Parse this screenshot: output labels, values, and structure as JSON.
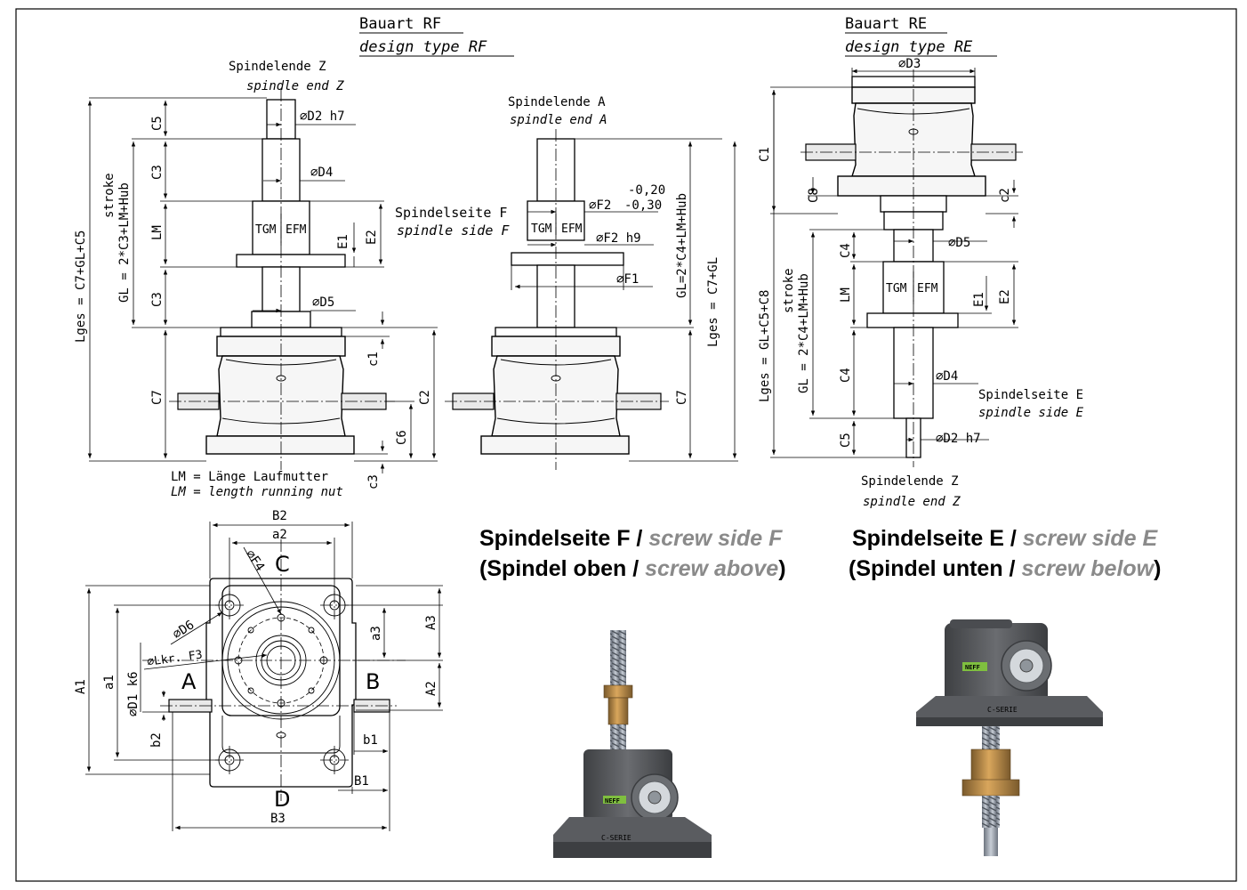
{
  "titles": {
    "rf_de": "Bauart RF",
    "rf_en": "design type RF",
    "re_de": "Bauart RE",
    "re_en": "design type RE"
  },
  "rf": {
    "spindle_end_z_de": "Spindelende Z",
    "spindle_end_z_en": "spindle end Z",
    "spindle_end_a_de": "Spindelende A",
    "spindle_end_a_en": "spindle end A",
    "spindle_side_f_de": "Spindelseite F",
    "spindle_side_f_en": "spindle side F",
    "d2": "∅D2 h7",
    "d4": "∅D4",
    "d5": "∅D5",
    "f2": "∅F2",
    "tol_upper": "-0,20",
    "tol_lower": "-0,30",
    "f2h9": "∅F2 h9",
    "f1": "∅F1",
    "tgm": "TGM",
    "efm": "EFM",
    "c5": "C5",
    "c3": "C3",
    "lm": "LM",
    "c7": "C7",
    "e1": "E1",
    "e2": "E2",
    "c1_small": "c1",
    "c2": "C2",
    "c6": "C6",
    "c3_small": "c3",
    "stroke": "stroke",
    "gl_formula": "GL = 2*C3+LM+Hub",
    "lges_formula": "Lges = C7+GL+C5",
    "gl_a": "GL=2*C4+LM+Hub",
    "lges_a": "Lges = C7+GL",
    "lm_note_de": "LM = Länge Laufmutter",
    "lm_note_en": "LM = length running nut"
  },
  "re": {
    "d3": "∅D3",
    "d5": "∅D5",
    "d4": "∅D4",
    "d2": "∅D2 h7",
    "c1": "C1",
    "c8": "C8",
    "c2_small": "c2",
    "c4": "C4",
    "lm": "LM",
    "c5": "C5",
    "e1": "E1",
    "e2": "E2",
    "tgm": "TGM",
    "efm": "EFM",
    "stroke": "stroke",
    "gl_formula": "GL = 2*C4+LM+Hub",
    "lges_formula": "Lges = GL+C5+C8",
    "spindle_side_e_de": "Spindelseite E",
    "spindle_side_e_en": "spindle side E",
    "spindle_end_z_de": "Spindelende Z",
    "spindle_end_z_en": "spindle end Z"
  },
  "top": {
    "b2": "B2",
    "a2": "a2",
    "c_label": "C",
    "f4": "∅F4",
    "d6": "∅D6",
    "lkr": "∅Lkr. F3",
    "d1": "∅D1 k6",
    "a_label": "A",
    "b_label": "B",
    "d_label": "D",
    "a1_cap": "A1",
    "a1": "a1",
    "a3_small": "a3",
    "a3_cap": "A3",
    "a2_cap": "A2",
    "b2_small": "b2",
    "b1_small": "b1",
    "b1_cap": "B1",
    "b3": "B3"
  },
  "headings": {
    "f_de": "Spindelseite F / ",
    "f_en": "screw side F",
    "f_sub_de1": "(Spindel oben / ",
    "f_sub_en": "screw above",
    "f_sub_end": ")",
    "e_de": "Spindelseite E / ",
    "e_en": "screw side E",
    "e_sub_de1": "(Spindel unten / ",
    "e_sub_en": "screw below",
    "e_sub_end": ")"
  },
  "products": {
    "brand": "NEFF",
    "series": "C-SERIE"
  },
  "colors": {
    "gray_label": "#8a8a8a",
    "bronze": "#b8894a",
    "housing": "#5d5f62",
    "brand_green": "#7fbf3f"
  }
}
